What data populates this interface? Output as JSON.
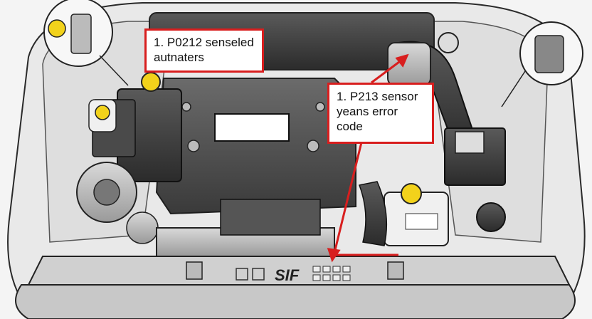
{
  "callouts": [
    {
      "line1": "1. P0212 senseled",
      "line2": "autnaters"
    },
    {
      "line1": "1. P213 sensor",
      "line2": "yeans error",
      "line3": "code"
    }
  ],
  "badge": {
    "text": "SIF"
  },
  "colors": {
    "callout_border": "#d81e1e",
    "arrow": "#d81e1e",
    "line_art": "#2a2a2a",
    "cap_yellow": "#f2d21b"
  }
}
